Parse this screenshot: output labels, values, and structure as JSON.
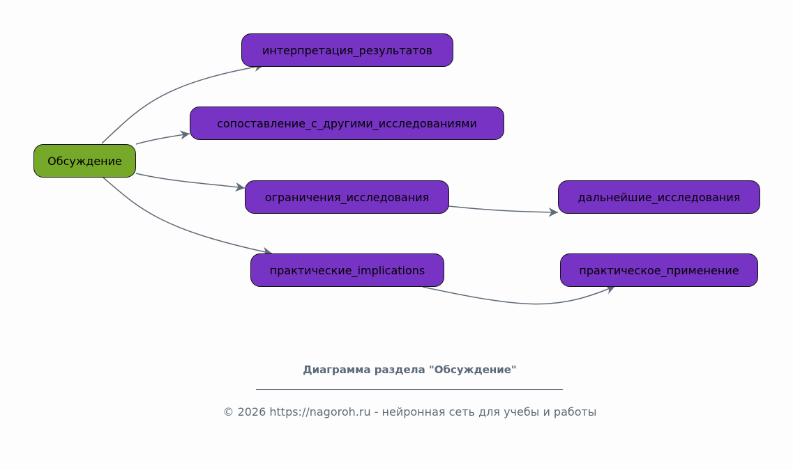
{
  "diagram": {
    "root": {
      "label": "Обсуждение",
      "color": "#76a82a"
    },
    "nodes": [
      {
        "id": "n1",
        "label": "интерпретация_результатов"
      },
      {
        "id": "n2",
        "label": "сопоставление_с_другими_исследованиями"
      },
      {
        "id": "n3",
        "label": "ограничения_исследования"
      },
      {
        "id": "n4",
        "label": "дальнейшие_исследования"
      },
      {
        "id": "n5",
        "label": "практические_implications"
      },
      {
        "id": "n6",
        "label": "практическое_применение"
      }
    ],
    "edges": [
      {
        "from": "root",
        "to": "n1"
      },
      {
        "from": "root",
        "to": "n2"
      },
      {
        "from": "root",
        "to": "n3"
      },
      {
        "from": "root",
        "to": "n5"
      },
      {
        "from": "n3",
        "to": "n4"
      },
      {
        "from": "n5",
        "to": "n6"
      }
    ],
    "node_color": "#7734c4",
    "edge_color": "#5f6b78"
  },
  "title": "Диаграмма раздела \"Обсуждение\"",
  "footer": "© 2026 https://nagoroh.ru - нейронная сеть для учебы и работы"
}
